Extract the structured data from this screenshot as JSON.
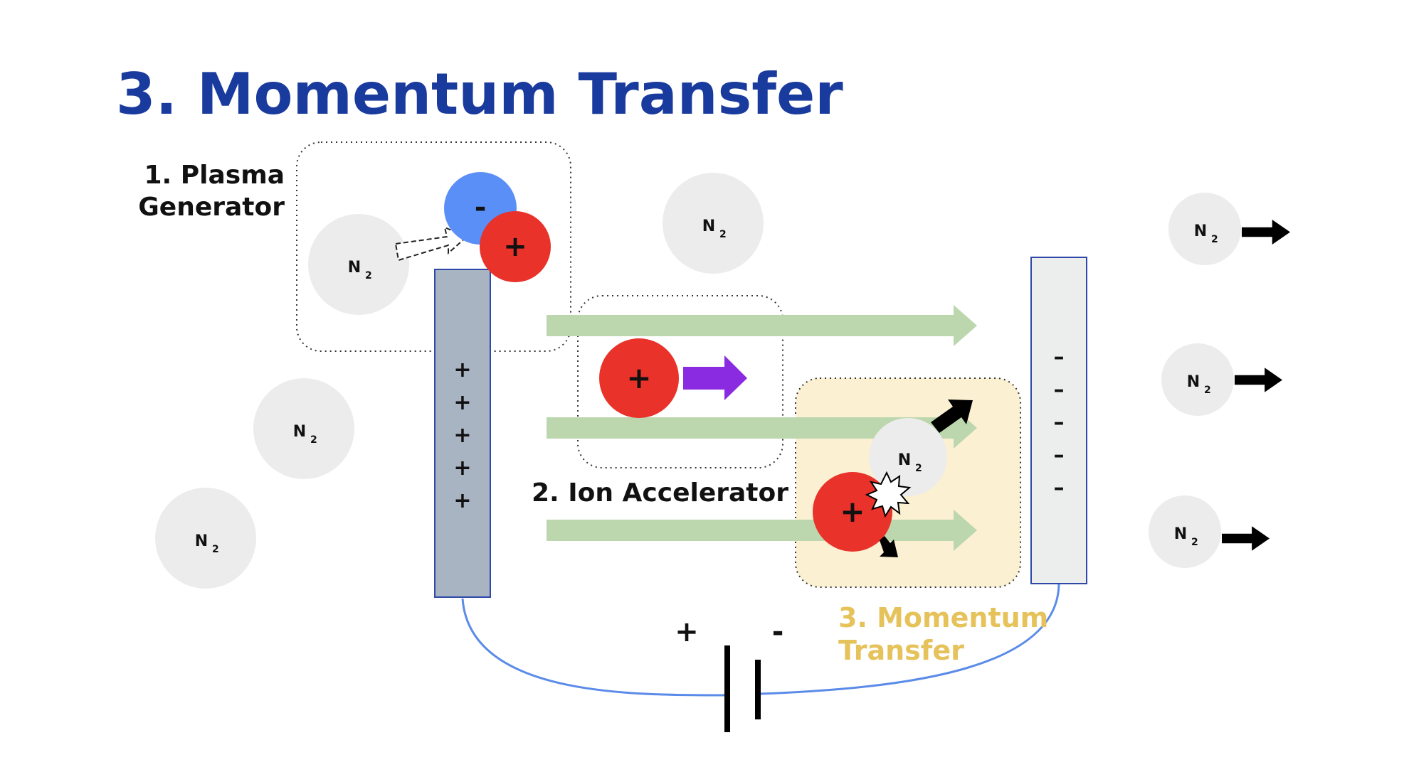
{
  "slide": {
    "title": "3. Momentum Transfer"
  },
  "labels": {
    "plasma_generator_line1": "1. Plasma",
    "plasma_generator_line2": "Generator",
    "ion_accelerator": "2. Ion Accelerator",
    "momentum_transfer_line1": "3. Momentum",
    "momentum_transfer_line2": "Transfer"
  },
  "molecule": {
    "symbol": "N",
    "subscript": "2"
  },
  "charges": {
    "positive": "+",
    "negative": "-"
  },
  "electrodes": {
    "positive_marks": [
      "+",
      "+",
      "+",
      "+",
      "+"
    ],
    "negative_marks": [
      "–",
      "–",
      "–",
      "–",
      "–"
    ]
  },
  "battery": {
    "positive": "+",
    "negative": "-"
  },
  "colors": {
    "title": "#1a3b9e",
    "ion": "#e8322a",
    "electron": "#5b8ff8",
    "molecule": "#ececec",
    "flow_arrow": "#bcd7ad",
    "accel_arrow": "#8a2be2",
    "anode": "#a8b4c2",
    "cathode": "#eceeed",
    "wire": "#5b8be8",
    "transfer_box": "#fbf0d2",
    "transfer_label": "#e6c25a"
  }
}
